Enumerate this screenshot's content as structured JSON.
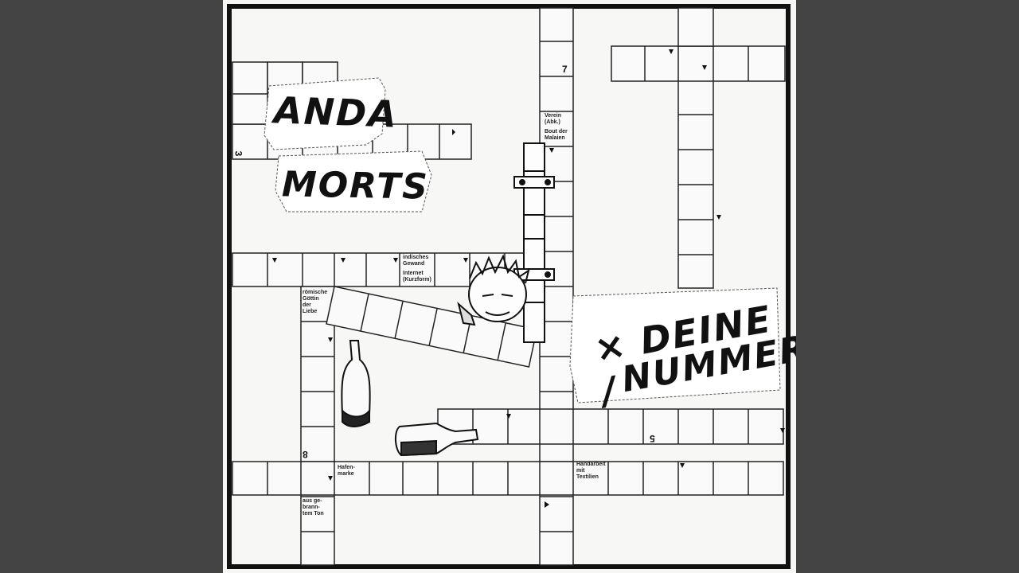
{
  "artwork": {
    "band_name_line1": "ANDA",
    "band_name_line2": "MORTS",
    "title_line1": "DEINE /",
    "title_line2": "NUMMER",
    "title_prefix_mark": "×",
    "palette": {
      "background": "#444444",
      "paper": "#f7f7f5",
      "ink": "#111111"
    }
  },
  "crossword_numbers": [
    "7",
    "3",
    "5",
    "8"
  ],
  "clues": [
    "Verein\n(Abk.)",
    "Bout der\nMalaien",
    "indisches\nGewand",
    "Internet\n(Kurzform)",
    "römische\nGöttin\nder\nLiebe",
    "Hafen-\nmarke",
    "aus ge-\nbrann-\ntem Ton",
    "Handarbeit\nmit\nTextilien"
  ]
}
